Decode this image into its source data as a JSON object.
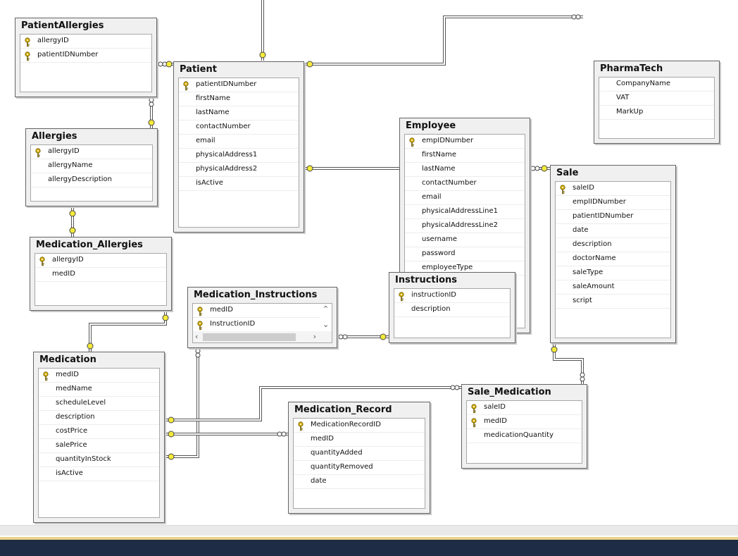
{
  "tables": [
    {
      "id": "patientallergies",
      "title": "PatientAllergies",
      "rows": [
        {
          "name": "allergyID",
          "key": true
        },
        {
          "name": "patientIDNumber",
          "key": true
        }
      ]
    },
    {
      "id": "patient",
      "title": "Patient",
      "rows": [
        {
          "name": "patientIDNumber",
          "key": true
        },
        {
          "name": "firstName",
          "key": false
        },
        {
          "name": "lastName",
          "key": false
        },
        {
          "name": "contactNumber",
          "key": false
        },
        {
          "name": "email",
          "key": false
        },
        {
          "name": "physicalAddress1",
          "key": false
        },
        {
          "name": "physicalAddress2",
          "key": false
        },
        {
          "name": "isActive",
          "key": false
        }
      ]
    },
    {
      "id": "pharmatech",
      "title": "PharmaTech",
      "rows": [
        {
          "name": "CompanyName",
          "key": false
        },
        {
          "name": "VAT",
          "key": false
        },
        {
          "name": "MarkUp",
          "key": false
        }
      ]
    },
    {
      "id": "allergies",
      "title": "Allergies",
      "rows": [
        {
          "name": "allergyID",
          "key": true
        },
        {
          "name": "allergyName",
          "key": false
        },
        {
          "name": "allergyDescription",
          "key": false
        }
      ]
    },
    {
      "id": "employee",
      "title": "Employee",
      "rows": [
        {
          "name": "empIDNumber",
          "key": true
        },
        {
          "name": "firstName",
          "key": false
        },
        {
          "name": "lastName",
          "key": false
        },
        {
          "name": "contactNumber",
          "key": false
        },
        {
          "name": "email",
          "key": false
        },
        {
          "name": "physicalAddressLine1",
          "key": false
        },
        {
          "name": "physicalAddressLine2",
          "key": false
        },
        {
          "name": "username",
          "key": false
        },
        {
          "name": "password",
          "key": false
        },
        {
          "name": "employeeType",
          "key": false
        }
      ]
    },
    {
      "id": "sale",
      "title": "Sale",
      "rows": [
        {
          "name": "saleID",
          "key": true
        },
        {
          "name": "emplIDNumber",
          "key": false
        },
        {
          "name": "patientIDNumber",
          "key": false
        },
        {
          "name": "date",
          "key": false
        },
        {
          "name": "description",
          "key": false
        },
        {
          "name": "doctorName",
          "key": false
        },
        {
          "name": "saleType",
          "key": false
        },
        {
          "name": "saleAmount",
          "key": false
        },
        {
          "name": "script",
          "key": false
        }
      ]
    },
    {
      "id": "medication-allergies",
      "title": "Medication_Allergies",
      "rows": [
        {
          "name": "allergyID",
          "key": true
        },
        {
          "name": "medID",
          "key": false
        }
      ]
    },
    {
      "id": "medication-instructions",
      "title": "Medication_Instructions",
      "rows": [
        {
          "name": "medID",
          "key": true
        },
        {
          "name": "InstructionID",
          "key": true
        }
      ]
    },
    {
      "id": "instructions",
      "title": "Instructions",
      "rows": [
        {
          "name": "instructionID",
          "key": true
        },
        {
          "name": "description",
          "key": false
        }
      ]
    },
    {
      "id": "medication",
      "title": "Medication",
      "rows": [
        {
          "name": "medID",
          "key": true
        },
        {
          "name": "medName",
          "key": false
        },
        {
          "name": "scheduleLevel",
          "key": false
        },
        {
          "name": "description",
          "key": false
        },
        {
          "name": "costPrice",
          "key": false
        },
        {
          "name": "salePrice",
          "key": false
        },
        {
          "name": "quantityInStock",
          "key": false
        },
        {
          "name": "isActive",
          "key": false
        }
      ]
    },
    {
      "id": "medication-record",
      "title": "Medication_Record",
      "rows": [
        {
          "name": "MedicationRecordID",
          "key": true
        },
        {
          "name": "medID",
          "key": false
        },
        {
          "name": "quantityAdded",
          "key": false
        },
        {
          "name": "quantityRemoved",
          "key": false
        },
        {
          "name": "date",
          "key": false
        }
      ]
    },
    {
      "id": "sale-medication",
      "title": "Sale_Medication",
      "rows": [
        {
          "name": "saleID",
          "key": true
        },
        {
          "name": "medID",
          "key": true
        },
        {
          "name": "medicationQuantity",
          "key": false
        }
      ]
    }
  ],
  "colors": {
    "connector_end": "#f4ea3a",
    "line": "#555555",
    "key_icon": "#d9b000"
  }
}
